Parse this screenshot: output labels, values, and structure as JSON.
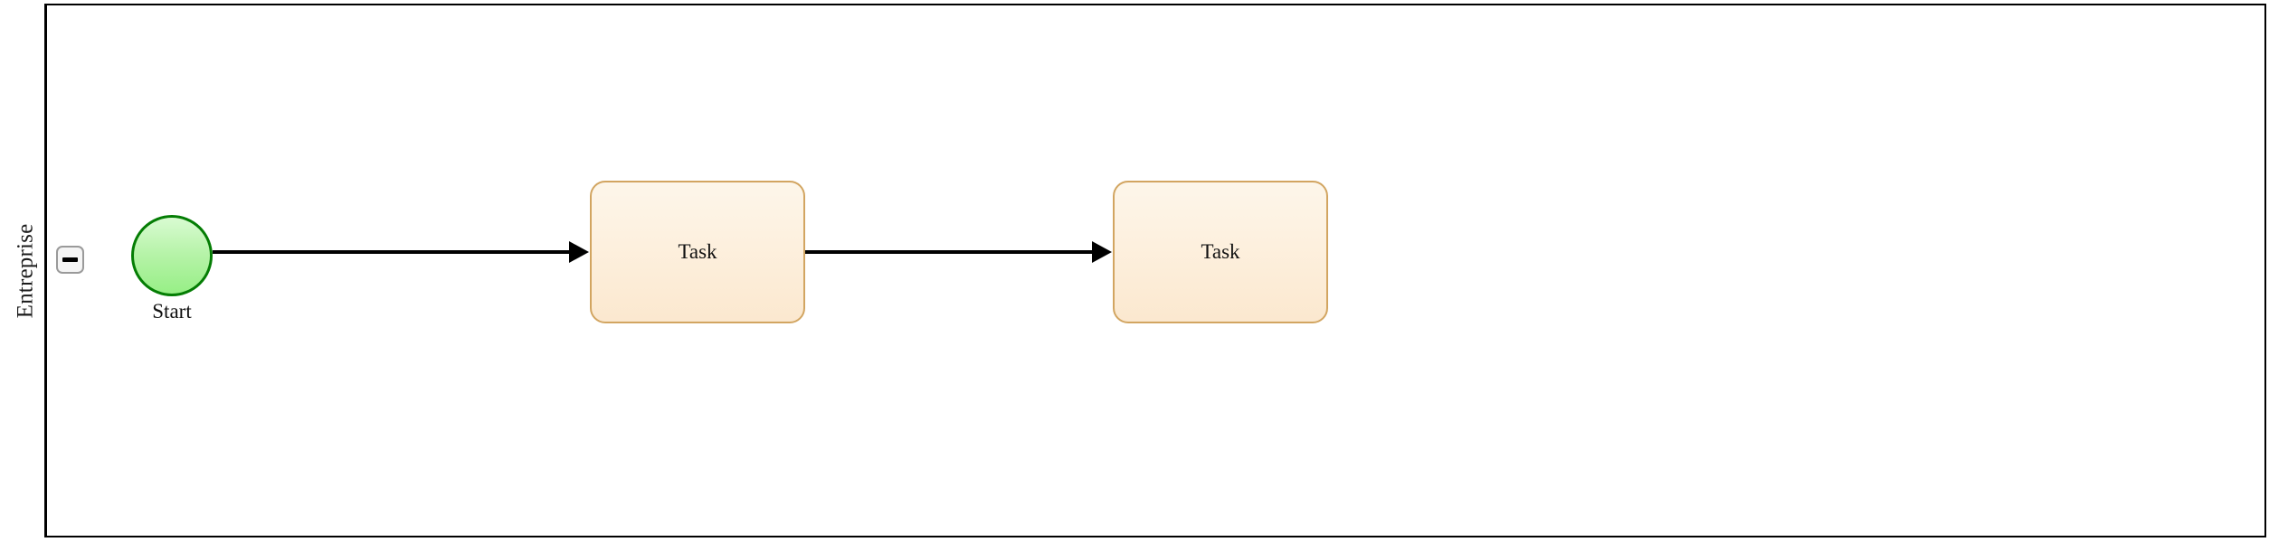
{
  "diagram": {
    "type": "bpmn-process",
    "pool": {
      "lane_label": "Entreprise",
      "collapse_control": {
        "icon": "minus-icon",
        "state": "expanded"
      }
    },
    "nodes": [
      {
        "id": "start-event",
        "kind": "start-event",
        "label": "Start",
        "shape": "circle",
        "fill": "#b6f3a8",
        "stroke": "#047d04"
      },
      {
        "id": "task-1",
        "kind": "task",
        "label": "Task",
        "shape": "rounded-rectangle",
        "fill": "#fdf0de",
        "stroke": "#d2a561"
      },
      {
        "id": "task-2",
        "kind": "task",
        "label": "Task",
        "shape": "rounded-rectangle",
        "fill": "#fdf0de",
        "stroke": "#d2a561"
      }
    ],
    "flows": [
      {
        "id": "flow-1",
        "from": "start-event",
        "to": "task-1",
        "label": ""
      },
      {
        "id": "flow-2",
        "from": "task-1",
        "to": "task-2",
        "label": ""
      }
    ],
    "colors": {
      "pool_border": "#000000",
      "lane_divider": "#000000",
      "flow_line": "#000000",
      "canvas_background": "#ffffff"
    }
  }
}
